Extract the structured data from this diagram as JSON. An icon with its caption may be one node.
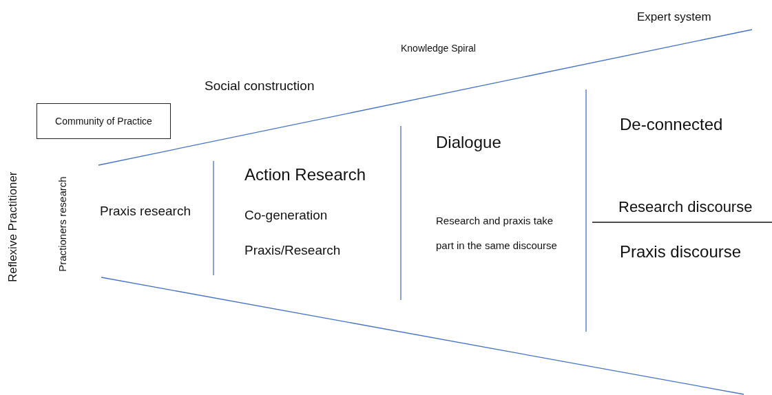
{
  "diagram": {
    "nodes": [
      {
        "text": [
          "Community of Practice"
        ]
      }
    ],
    "labels": [
      "Expert system",
      "Knowledge Spiral",
      "Social construction",
      "De-connected",
      "Dialogue",
      "Action Research",
      "Reflexive Practitioner",
      "Practioners research",
      "Praxis research",
      "Research discourse",
      "Co-generation",
      "Research and praxis take part in the same discourse",
      "Praxis/Research",
      "Praxis discourse"
    ]
  }
}
